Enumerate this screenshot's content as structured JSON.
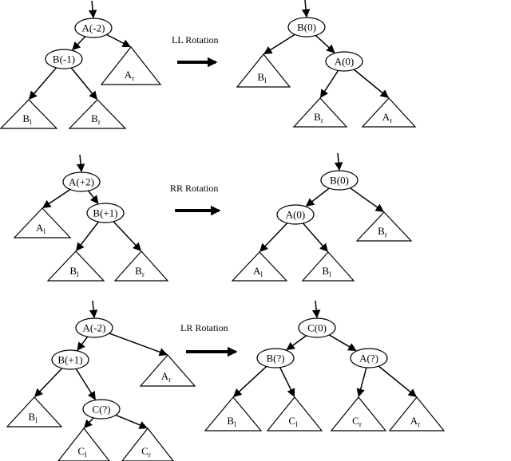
{
  "rotations": [
    {
      "title": "LL Rotation",
      "before": {
        "nodes": [
          {
            "id": "A",
            "label": "A(-2)"
          },
          {
            "id": "B",
            "label": "B(-1)"
          }
        ],
        "subtrees": [
          {
            "id": "Ar",
            "base": "A",
            "sub": "r"
          },
          {
            "id": "Bl",
            "base": "B",
            "sub": "l"
          },
          {
            "id": "Br",
            "base": "B",
            "sub": "r"
          }
        ]
      },
      "after": {
        "nodes": [
          {
            "id": "B",
            "label": "B(0)"
          },
          {
            "id": "A",
            "label": "A(0)"
          }
        ],
        "subtrees": [
          {
            "id": "Bl",
            "base": "B",
            "sub": "l"
          },
          {
            "id": "Br",
            "base": "B",
            "sub": "r"
          },
          {
            "id": "Ar",
            "base": "A",
            "sub": "r"
          }
        ]
      }
    },
    {
      "title": "RR Rotation",
      "before": {
        "nodes": [
          {
            "id": "A",
            "label": "A(+2)"
          },
          {
            "id": "B",
            "label": "B(+1)"
          }
        ],
        "subtrees": [
          {
            "id": "Al",
            "base": "A",
            "sub": "l"
          },
          {
            "id": "Bl",
            "base": "B",
            "sub": "l"
          },
          {
            "id": "Br",
            "base": "B",
            "sub": "r"
          }
        ]
      },
      "after": {
        "nodes": [
          {
            "id": "B",
            "label": "B(0)"
          },
          {
            "id": "A",
            "label": "A(0)"
          }
        ],
        "subtrees": [
          {
            "id": "Al",
            "base": "A",
            "sub": "l"
          },
          {
            "id": "Bl",
            "base": "B",
            "sub": "l"
          },
          {
            "id": "Br",
            "base": "B",
            "sub": "r"
          }
        ]
      }
    },
    {
      "title": "LR Rotation",
      "before": {
        "nodes": [
          {
            "id": "A",
            "label": "A(-2)"
          },
          {
            "id": "B",
            "label": "B(+1)"
          },
          {
            "id": "C",
            "label": "C(?)"
          }
        ],
        "subtrees": [
          {
            "id": "Ar",
            "base": "A",
            "sub": "r"
          },
          {
            "id": "Bl",
            "base": "B",
            "sub": "l"
          },
          {
            "id": "Cl",
            "base": "C",
            "sub": "l"
          },
          {
            "id": "Cr",
            "base": "C",
            "sub": "r"
          }
        ]
      },
      "after": {
        "nodes": [
          {
            "id": "C",
            "label": "C(0)"
          },
          {
            "id": "B",
            "label": "B(?)"
          },
          {
            "id": "A",
            "label": "A(?)"
          }
        ],
        "subtrees": [
          {
            "id": "Bl",
            "base": "B",
            "sub": "l"
          },
          {
            "id": "Cl",
            "base": "C",
            "sub": "l"
          },
          {
            "id": "Cr",
            "base": "C",
            "sub": "r"
          },
          {
            "id": "Ar",
            "base": "A",
            "sub": "r"
          }
        ]
      }
    }
  ]
}
